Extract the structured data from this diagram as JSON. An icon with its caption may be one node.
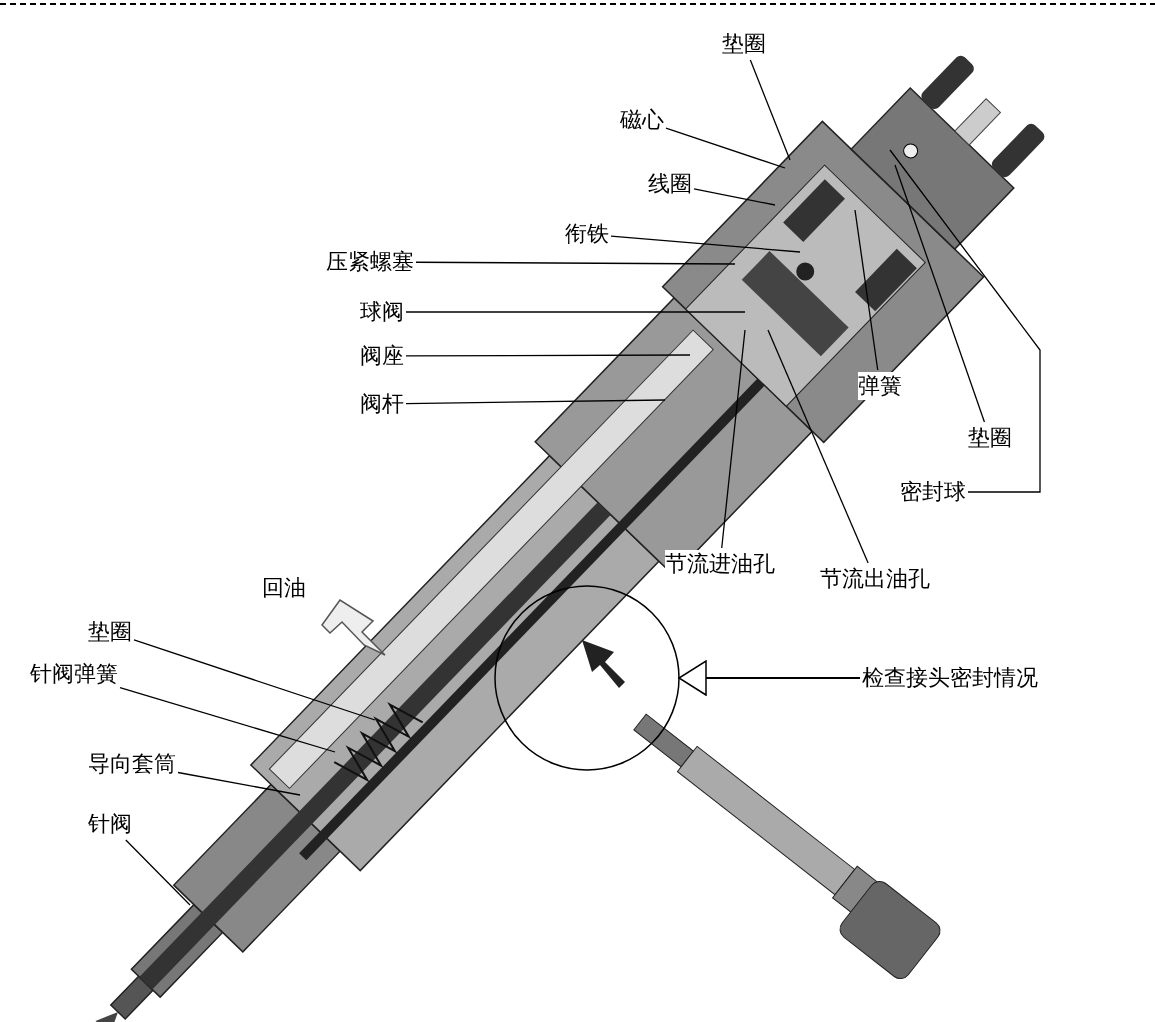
{
  "diagram": {
    "nodes": [
      {
        "text": [
          "垫圈"
        ]
      },
      {
        "text": [
          "磁心"
        ]
      },
      {
        "text": [
          "线圈"
        ]
      },
      {
        "text": [
          "衔铁"
        ]
      },
      {
        "text": [
          "压紧螺塞"
        ]
      },
      {
        "text": [
          "球阀"
        ]
      },
      {
        "text": [
          "阀座"
        ]
      },
      {
        "text": [
          "阀杆"
        ]
      },
      {
        "text": [
          "弹簧"
        ]
      },
      {
        "text": [
          "垫圈"
        ]
      },
      {
        "text": [
          "密封球"
        ]
      },
      {
        "text": [
          "节流进油孔"
        ]
      },
      {
        "text": [
          "节流出油孔"
        ]
      },
      {
        "text": [
          "垫圈"
        ]
      },
      {
        "text": [
          "针阀弹簧"
        ]
      },
      {
        "text": [
          "导向套筒"
        ]
      },
      {
        "text": [
          "针阀"
        ]
      },
      {
        "text": [
          "检查接头密封情况"
        ]
      },
      {
        "text": [],
        "shape": "circle"
      }
    ],
    "edges": [
      {
        "from": 0,
        "to": null,
        "arrow": "none"
      },
      {
        "from": 1,
        "to": null,
        "arrow": "none"
      },
      {
        "from": 2,
        "to": null,
        "arrow": "none"
      },
      {
        "from": 3,
        "to": null,
        "arrow": "none"
      },
      {
        "from": 4,
        "to": null,
        "arrow": "none"
      },
      {
        "from": 5,
        "to": null,
        "arrow": "none"
      },
      {
        "from": 6,
        "to": null,
        "arrow": "none"
      },
      {
        "from": 7,
        "to": null,
        "arrow": "none"
      },
      {
        "from": 8,
        "to": null,
        "arrow": "none"
      },
      {
        "from": 9,
        "to": null,
        "arrow": "none"
      },
      {
        "from": 10,
        "to": null,
        "arrow": "none"
      },
      {
        "from": 11,
        "to": null,
        "arrow": "none"
      },
      {
        "from": 12,
        "to": null,
        "arrow": "none"
      },
      {
        "from": 13,
        "to": null,
        "arrow": "none"
      },
      {
        "from": 14,
        "to": null,
        "arrow": "none"
      },
      {
        "from": 15,
        "to": null,
        "arrow": "none"
      },
      {
        "from": 16,
        "to": null,
        "arrow": "none"
      },
      {
        "from": 17,
        "to": 18,
        "arrow": "to"
      }
    ],
    "labels": [
      "回油"
    ]
  }
}
